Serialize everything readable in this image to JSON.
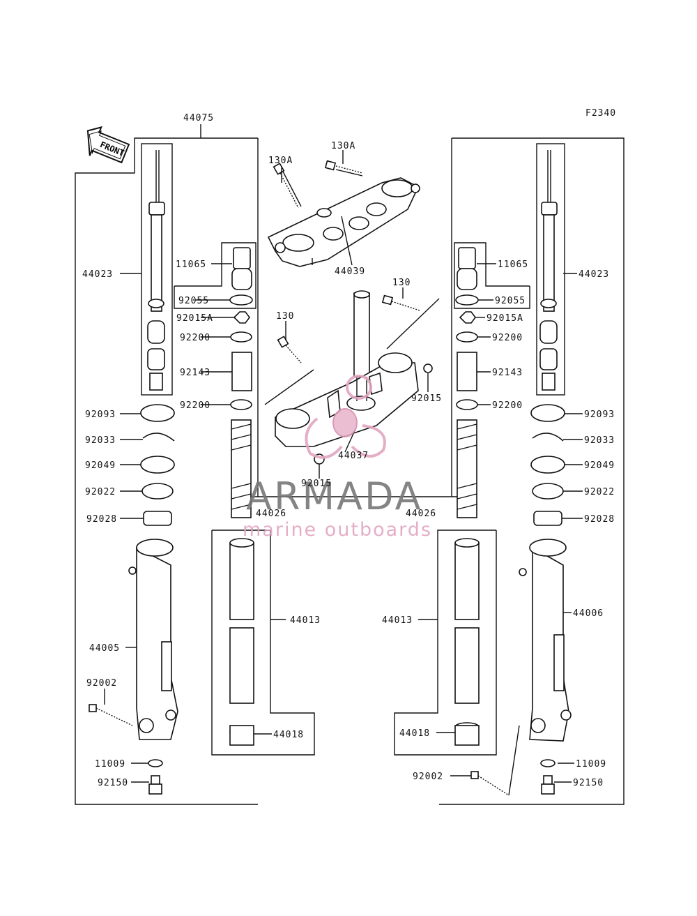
{
  "diagram_code": "F2340",
  "front_label": "FRONT",
  "watermark": {
    "brand": "ARMADA",
    "tagline": "marine outboards",
    "color": "#e2a6c1"
  },
  "labels": {
    "l44075": "44075",
    "l130A_1": "130A",
    "l130A_2": "130A",
    "l44039": "44039",
    "l130_1": "130",
    "l130_2": "130",
    "l44037": "44037",
    "l92015_1": "92015",
    "l92015_2": "92015",
    "l44023_L": "44023",
    "l11065_L": "11065",
    "l92055_L": "92055",
    "l92015A_L": "92015A",
    "l92200a_L": "92200",
    "l92143_L": "92143",
    "l92200b_L": "92200",
    "l92093_L": "92093",
    "l92033_L": "92033",
    "l92049_L": "92049",
    "l92022_L": "92022",
    "l92028_L": "92028",
    "l44026_L": "44026",
    "l44005": "44005",
    "l92002_L": "92002",
    "l11009_L": "11009",
    "l92150_L": "92150",
    "l44013_L": "44013",
    "l44018_L": "44018",
    "l44023_R": "44023",
    "l11065_R": "11065",
    "l92055_R": "92055",
    "l92015A_R": "92015A",
    "l92200a_R": "92200",
    "l92143_R": "92143",
    "l92200b_R": "92200",
    "l92093_R": "92093",
    "l92033_R": "92033",
    "l92049_R": "92049",
    "l92022_R": "92022",
    "l92028_R": "92028",
    "l44026_R": "44026",
    "l44006": "44006",
    "l92002_R": "92002",
    "l11009_R": "11009",
    "l92150_R": "92150",
    "l44013_R": "44013",
    "l44018_R": "44018"
  }
}
